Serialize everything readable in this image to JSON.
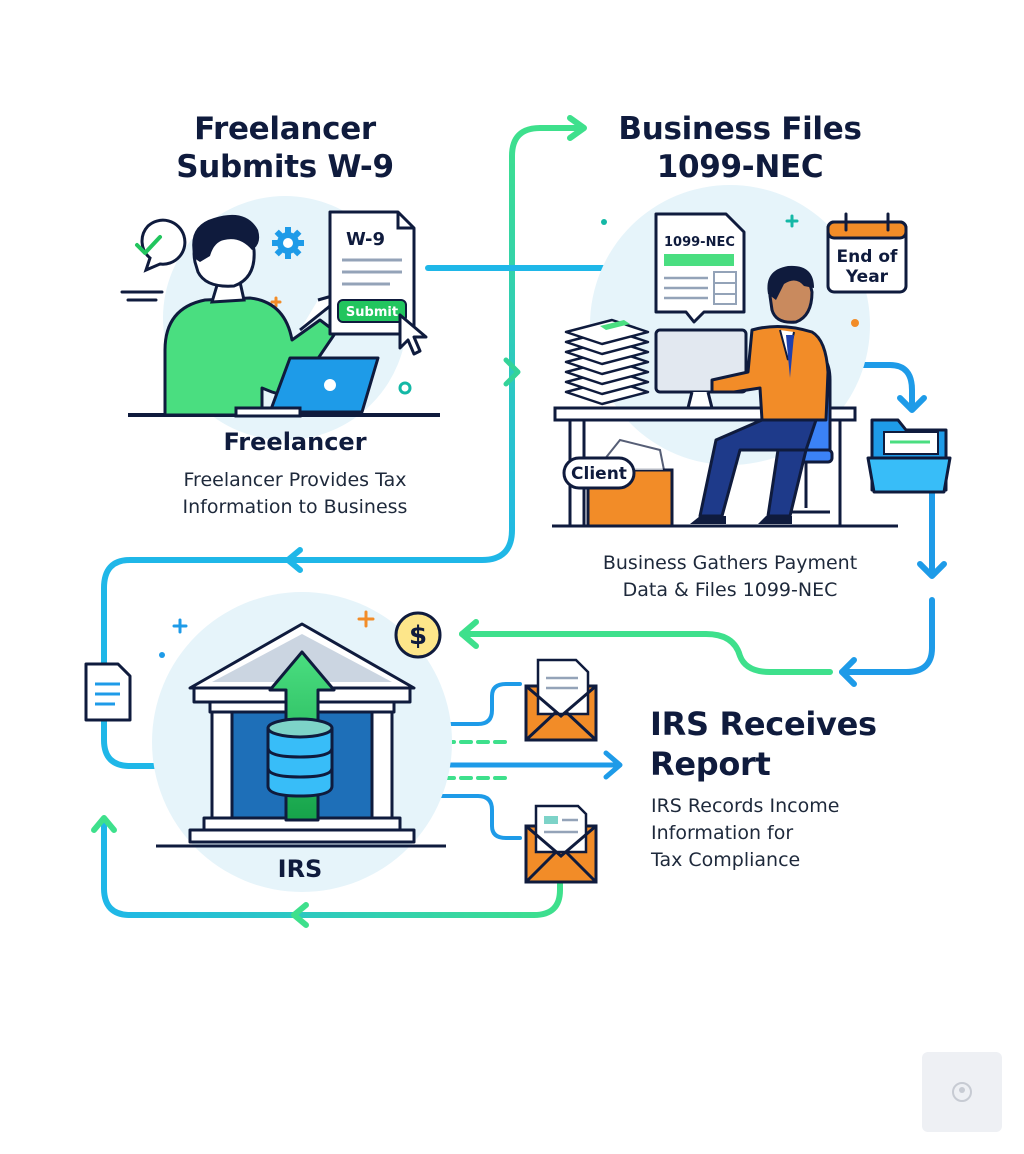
{
  "freelancer": {
    "heading_line1": "Freelancer",
    "heading_line2": "Submits W-9",
    "form_title": "W-9",
    "submit_label": "Submit",
    "role_label": "Freelancer",
    "desc_line1": "Freelancer Provides Tax",
    "desc_line2": "Information to Business"
  },
  "business": {
    "heading_line1": "Business Files",
    "heading_line2": "1099-NEC",
    "form_title": "1099-NEC",
    "calendar_line1": "End of",
    "calendar_line2": "Year",
    "client_label": "Client",
    "desc_line1": "Business Gathers Payment",
    "desc_line2": "Data & Files 1099-NEC"
  },
  "irs": {
    "heading_line1": "IRS Receives",
    "heading_line2": "Report",
    "role_label": "IRS",
    "dollar_symbol": "$",
    "desc_line1": "IRS Records Income",
    "desc_line2": "Information for",
    "desc_line3": "Tax Compliance"
  },
  "colors": {
    "navy": "#0f1b3d",
    "green": "#34d399",
    "blue": "#0ea5e9",
    "orange": "#f28c28",
    "pale_blue": "#e6f4fa"
  }
}
